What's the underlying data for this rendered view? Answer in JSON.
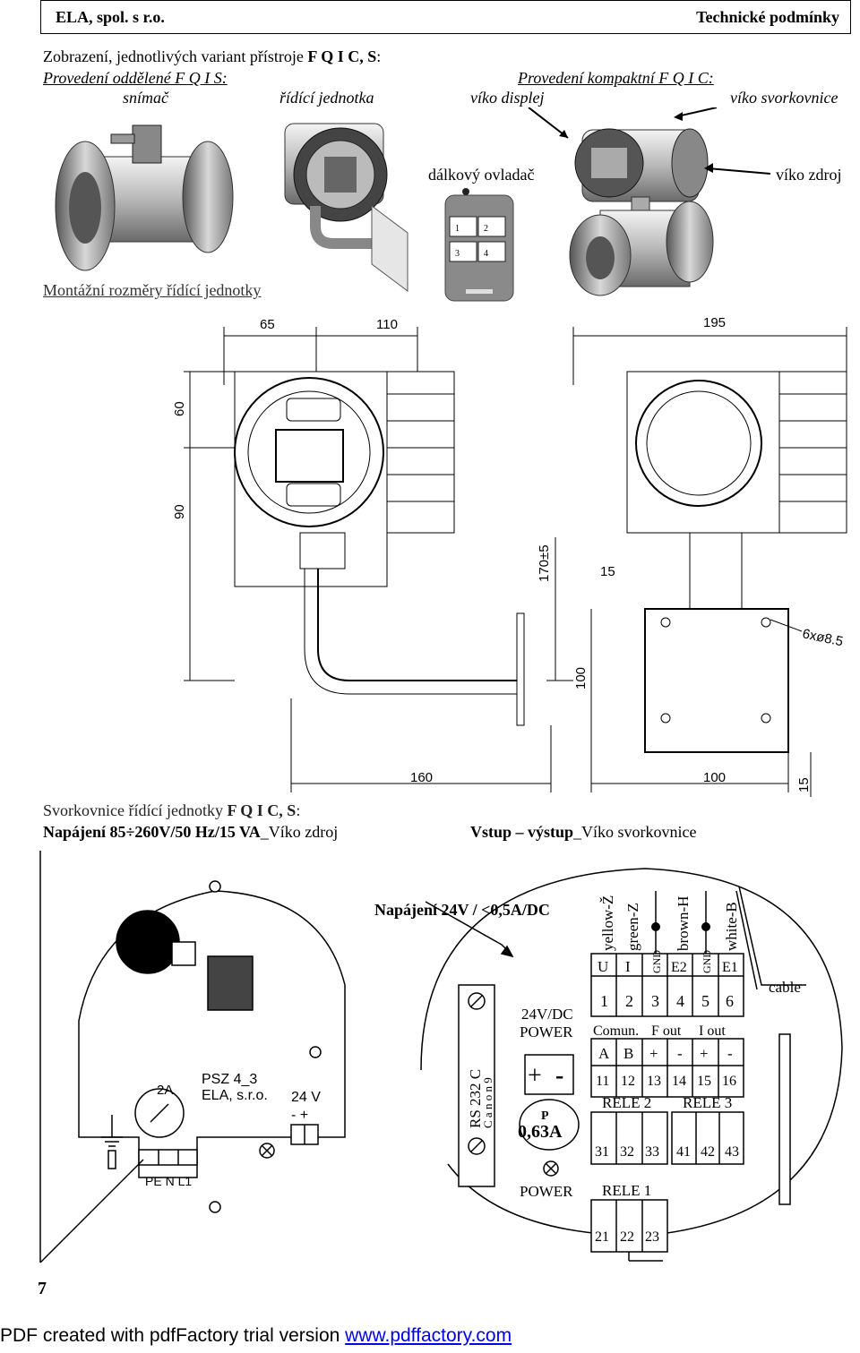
{
  "header": {
    "left": "ELA, spol. s r.o.",
    "right": "Technické podmínky"
  },
  "intro": {
    "line1_prefix": "Zobrazení, jednotlivých variant přístroje ",
    "line1_bold": "F Q I C, S",
    "line1_suffix": ":",
    "variant_separate": "Provedení oddělené F Q I S:",
    "variant_compact": "Provedení kompaktní F Q I C:",
    "labels": {
      "sensor": "snímač",
      "control_unit": "řídící jednotka",
      "display_lid": "víko displej",
      "terminal_lid": "víko svorkovnice",
      "remote": "dálkový ovladač",
      "power_lid": "víko zdroj"
    },
    "remote_buttons": [
      "1",
      "2",
      "3",
      "4"
    ]
  },
  "mounting": {
    "heading": "Montážní rozměry řídící jednotky",
    "dims": {
      "d65": "65",
      "d110": "110",
      "d195": "195",
      "d60": "60",
      "d90": "90",
      "d170": "170±5",
      "d15a": "15",
      "d100v": "100",
      "d160": "160",
      "d100h": "100",
      "d15b": "15",
      "holes": "6xø8.5"
    }
  },
  "terminals": {
    "heading_prefix": "Svorkovnice řídící jednotky ",
    "heading_bold": "F Q I  C, S",
    "heading_suffix": ":",
    "power_bold": "Napájení 85÷260V/50 Hz/15 VA",
    "power_suffix": "_Víko zdroj",
    "io_bold": "Vstup – výstup",
    "io_suffix": "_Víko svorkovnice",
    "left_board": {
      "fuse": "2A",
      "model1": "PSZ 4_3",
      "model2": "ELA, s.r.o.",
      "out24": "24 V",
      "polarity": "-  +",
      "pe_n_l1": "PE N L1"
    },
    "right_board": {
      "supply_label": "Napájení 24V / <0,5A/DC",
      "rs232": "RS 232 C",
      "canon": "C a n o n  9",
      "dc_label": "24V/DC",
      "power_top": "POWER",
      "power_bottom": "POWER",
      "plus": "+",
      "minus": "-",
      "fuse_p": "P",
      "fuse_val": "0,63A",
      "wires": [
        "yellow-Ž",
        "green-Z",
        "brown-H",
        "white-B"
      ],
      "signals": [
        "U",
        "I",
        "GND",
        "E2",
        "GND",
        "E1"
      ],
      "nums_top": [
        "1",
        "2",
        "3",
        "4",
        "5",
        "6"
      ],
      "cable": "cable",
      "comm_label": "Comun.",
      "fout_label": "F out",
      "iout_label": "I out",
      "sig_row": [
        "A",
        "B",
        "+",
        "-",
        "+",
        "-"
      ],
      "nums_mid": [
        "11",
        "12",
        "13",
        "14",
        "15",
        "16"
      ],
      "rele2": "RELE 2",
      "rele3": "RELE 3",
      "rele2_nums": [
        "31",
        "32",
        "33"
      ],
      "rele3_nums": [
        "41",
        "42",
        "43"
      ],
      "rele1": "RELE 1",
      "rele1_nums": [
        "21",
        "22",
        "23"
      ]
    }
  },
  "page_number": "7",
  "footer": {
    "prefix": "PDF created with pdfFactory trial version ",
    "link": "www.pdffactory.com"
  }
}
